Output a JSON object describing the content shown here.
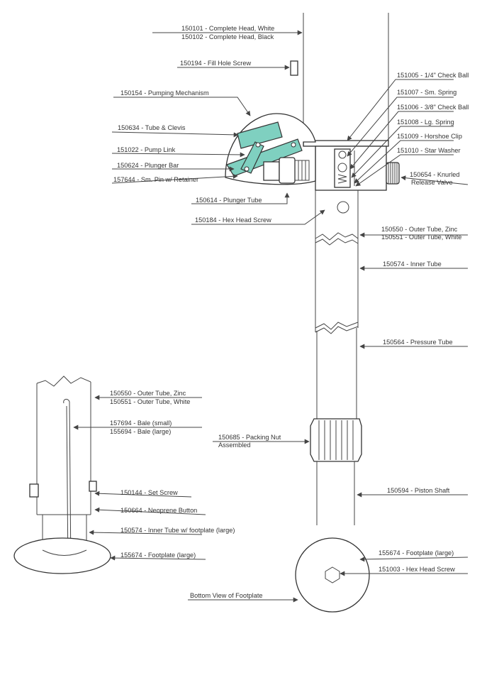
{
  "colors": {
    "line": "#444444",
    "text": "#333333",
    "highlight": "#7fd0c0",
    "paper": "#ffffff"
  },
  "labels": {
    "l150101": "150101 - Complete Head, White",
    "l150102": "150102 - Complete Head, Black",
    "l150194": "150194 - Fill Hole Screw",
    "l150154": "150154 - Pumping Mechanism",
    "l150634": "150634 - Tube & Clevis",
    "l151022": "151022 - Pump Link",
    "l150624": "150624 - Plunger Bar",
    "l157644": "157644 - Sm. Pin w/ Retainer",
    "l150614": "150614 - Plunger Tube",
    "l150184": "150184 - Hex Head Screw",
    "l151005": "151005 - 1/4\" Check Ball",
    "l151007": "151007 - Sm. Spring",
    "l151006": "151006 - 3/8\" Check Ball",
    "l151008": "151008 - Lg. Spring",
    "l151009": "151009 - Horshoe Clip",
    "l151010": "151010 - Star Washer",
    "l150654a": "150654 - Knurled",
    "l150654b": "Release Valve",
    "l150550r": "150550 - Outer Tube, Zinc",
    "l150551r": "150551 - Outer Tube, White",
    "l150574r": "150574 - Inner Tube",
    "l150564": "150564 - Pressure Tube",
    "l150685a": "150685 - Packing Nut",
    "l150685b": "Assembled",
    "l150594": "150594 - Piston Shaft",
    "l155674r": "155674 - Footplate (large)",
    "l151003": "151003 - Hex Head Screw",
    "lBottom": "Bottom View of Footplate",
    "l150550l": "150550 - Outer Tube, Zinc",
    "l150551l": "150551 - Outer Tube, White",
    "l157694": "157694 - Bale (small)",
    "l155694": "155694 - Bale (large)",
    "l150144": "150144 - Set Screw",
    "l150664": "150664 - Neoprene Button",
    "l150574l": "150574 - Inner Tube w/ footplate (large)",
    "l155674l": "155674 - Footplate (large)"
  }
}
